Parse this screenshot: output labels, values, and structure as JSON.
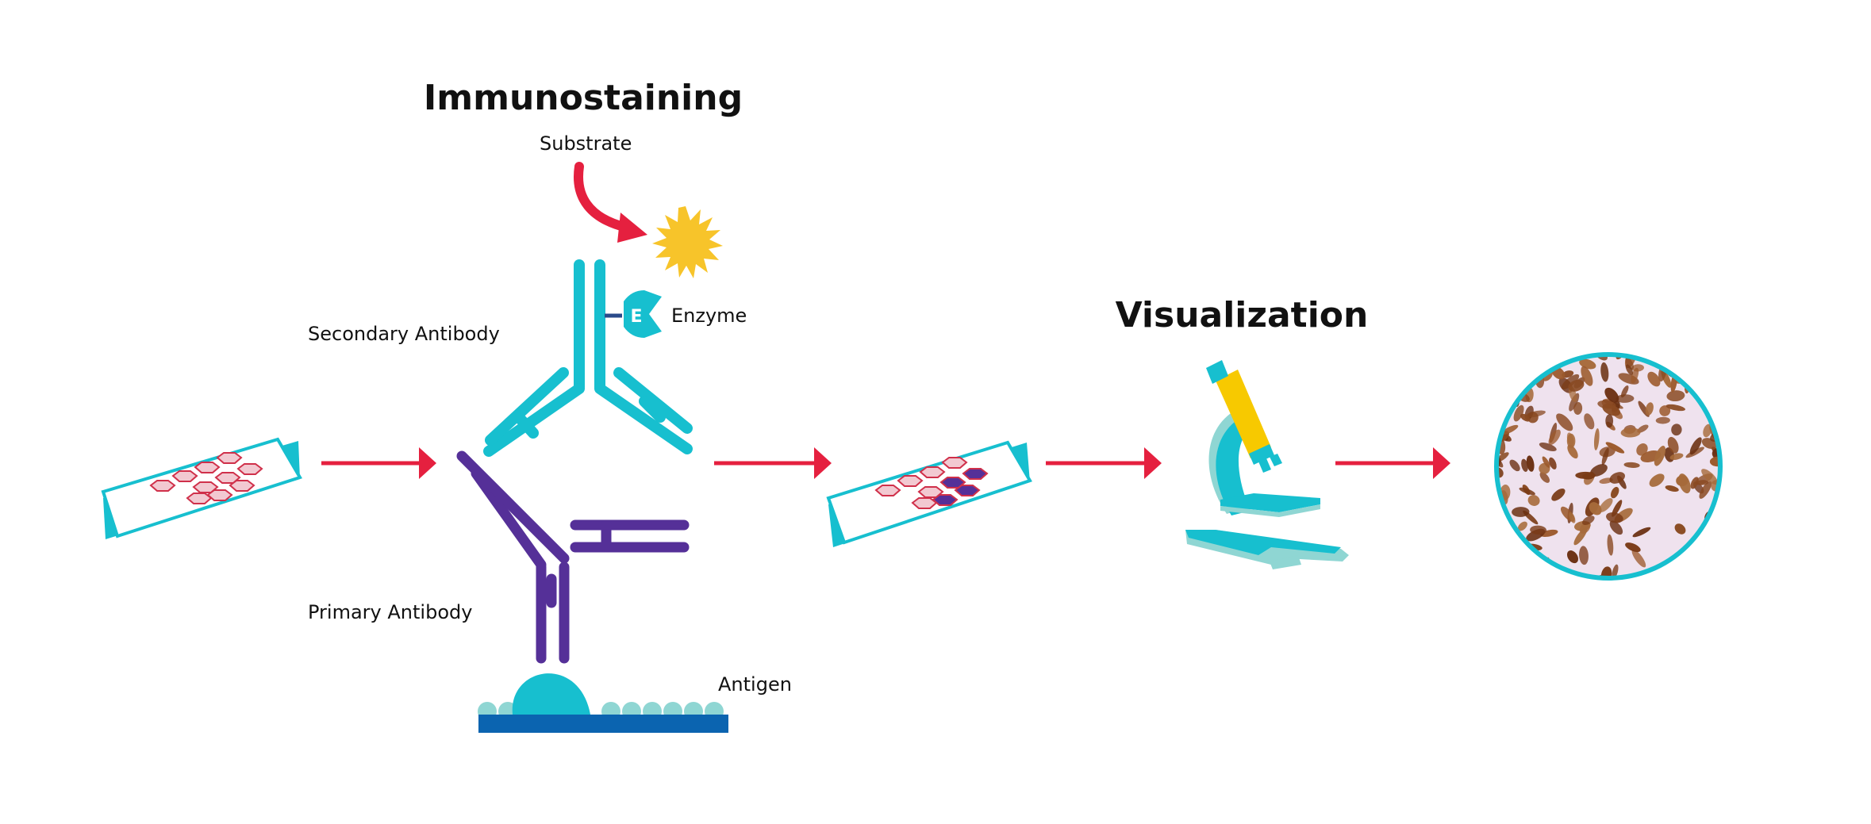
{
  "titles": {
    "immunostaining": "Immunostaining",
    "visualization": "Visualization"
  },
  "labels": {
    "substrate": "Substrate",
    "enzyme": "Enzyme",
    "enzyme_letter": "E",
    "secondary_antibody": "Secondary Antibody",
    "primary_antibody": "Primary Antibody",
    "antigen": "Antigen"
  },
  "colors": {
    "teal": "#17bfcf",
    "light_teal": "#8fd6d3",
    "purple": "#553098",
    "red": "#e5203f",
    "yellow": "#f7c42a",
    "blue_bar": "#0b64b0",
    "hex_fill": "#f2c9d1",
    "hex_stroke": "#d0304a",
    "stained_hex": "#553098",
    "nucleus": "#8a4a22",
    "tissue_bg": "#efe2ee"
  },
  "icons": [
    "sun-icon",
    "microscope-icon",
    "slide-icon",
    "arrow-icon"
  ]
}
